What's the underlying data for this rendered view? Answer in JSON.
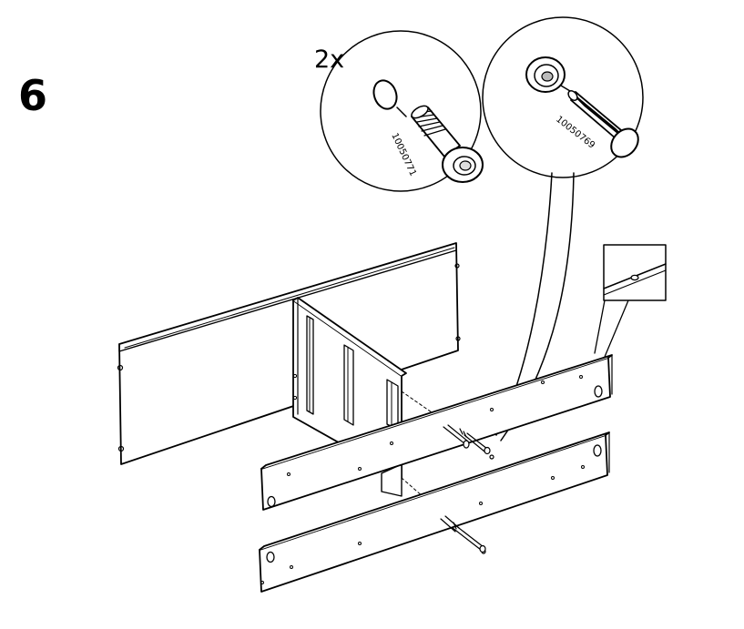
{
  "step": {
    "number": "6"
  },
  "callouts": [
    {
      "quantity": "2x",
      "part_number": "10050771",
      "icon": "cam-lock-dowel-icon"
    },
    {
      "part_number": "10050769",
      "icon": "wooden-dowel-icon"
    }
  ],
  "detail_icon": "pre-drilled-hole-detail-icon",
  "colors": {
    "line": "#000000",
    "background": "#ffffff",
    "panel": "#ffffff"
  }
}
